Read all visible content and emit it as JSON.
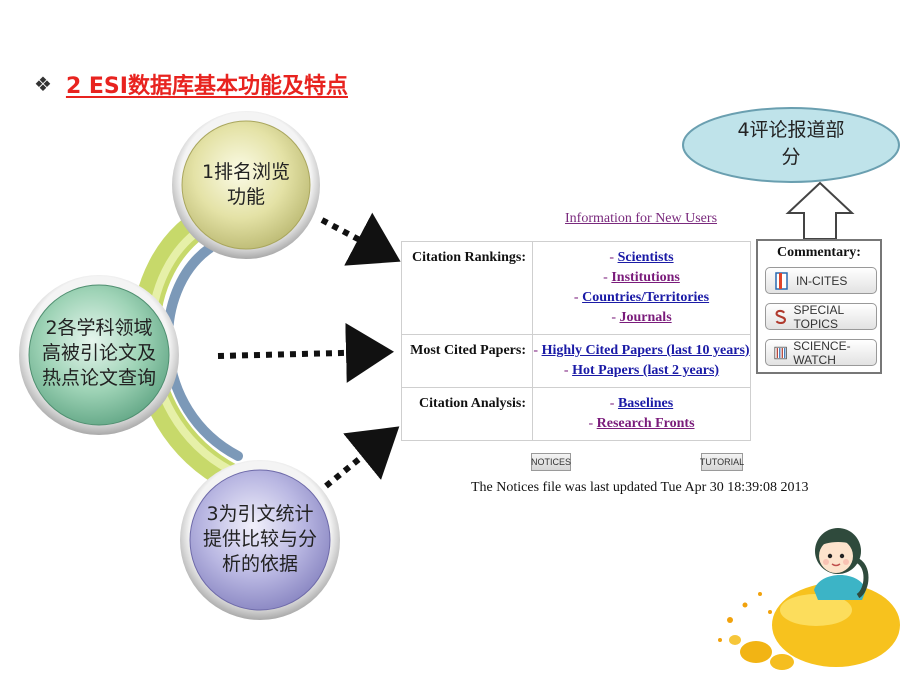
{
  "title": {
    "bullet": "❖",
    "text": "2 ESI数据库基本功能及特点"
  },
  "circles": [
    {
      "lines": [
        "1排名浏览",
        "功能"
      ]
    },
    {
      "lines": [
        "2各学科领域",
        "高被引论文及",
        "热点论文查询"
      ]
    },
    {
      "lines": [
        "3为引文统计",
        "提供比较与分",
        "析的依据"
      ]
    }
  ],
  "callout": {
    "lines": [
      "4评论报道部",
      "分"
    ]
  },
  "panel": {
    "info_link": "Information for New Users",
    "rows": [
      {
        "label": "Citation Rankings:",
        "links": [
          {
            "text": "Scientists",
            "visited": false
          },
          {
            "text": "Institutions",
            "visited": true
          },
          {
            "text": "Countries/Territories",
            "visited": false
          },
          {
            "text": "Journals",
            "visited": true
          }
        ]
      },
      {
        "label": "Most Cited Papers:",
        "links": [
          {
            "text": "Highly Cited Papers (last 10 years)",
            "visited": false
          },
          {
            "text": "Hot Papers (last 2 years)",
            "visited": false
          }
        ]
      },
      {
        "label": "Citation Analysis:",
        "links": [
          {
            "text": "Baselines",
            "visited": false
          },
          {
            "text": "Research Fronts",
            "visited": true
          }
        ]
      }
    ],
    "notices_button": "NOTICES",
    "tutorial_button": "TUTORIAL",
    "notices_text": "The Notices file was last updated Tue Apr 30 18:39:08 2013"
  },
  "commentary": {
    "title": "Commentary:",
    "buttons": [
      {
        "icon": "in-cites-icon",
        "label": "IN-CITES"
      },
      {
        "icon": "special-topics-icon",
        "label": "SPECIAL TOPICS"
      },
      {
        "icon": "science-watch-icon",
        "label": "SCIENCE-WATCH"
      }
    ]
  },
  "colors": {
    "title": "#e8231f",
    "link": "#1a1aa6",
    "visited_link": "#7a1b7b",
    "ellipse_fill": "#bfe3ea",
    "ellipse_stroke": "#6a9fb0",
    "circle1": "#d8d68f",
    "circle2": "#8dc9a8",
    "circle3": "#a8a6d6",
    "arc_green": "#c7d96a",
    "arc_blue": "#7c99b8"
  }
}
